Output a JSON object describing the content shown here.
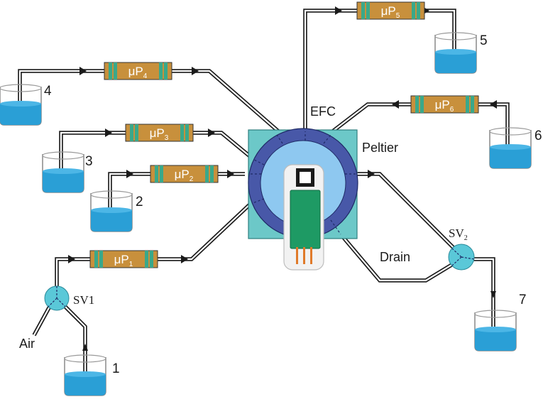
{
  "colors": {
    "liquid": "#2a9fd6",
    "pump_body": "#c8903c",
    "pump_band": "#3aa88a",
    "peltier": "#6cc8c8",
    "efc_ring": "#4858a8",
    "efc_inner": "#8ec8f0",
    "sensor": "#1e9a64",
    "valve": "#5ac8d8"
  },
  "reservoirs": [
    {
      "id": "1",
      "label": "1"
    },
    {
      "id": "2",
      "label": "2"
    },
    {
      "id": "3",
      "label": "3"
    },
    {
      "id": "4",
      "label": "4"
    },
    {
      "id": "5",
      "label": "5"
    },
    {
      "id": "6",
      "label": "6"
    },
    {
      "id": "7",
      "label": "7"
    }
  ],
  "pumps": [
    {
      "id": "P1",
      "prefix": "μP",
      "sub": "1"
    },
    {
      "id": "P2",
      "prefix": "μP",
      "sub": "2"
    },
    {
      "id": "P3",
      "prefix": "μP",
      "sub": "3"
    },
    {
      "id": "P4",
      "prefix": "μP",
      "sub": "4"
    },
    {
      "id": "P5",
      "prefix": "μP",
      "sub": "5"
    },
    {
      "id": "P6",
      "prefix": "μP",
      "sub": "6"
    }
  ],
  "valves": [
    {
      "id": "SV1",
      "prefix": "SV",
      "sub": "1"
    },
    {
      "id": "SV2",
      "prefix": "SV",
      "sub": "2"
    }
  ],
  "labels": {
    "efc": "EFC",
    "peltier": "Peltier",
    "drain": "Drain",
    "air": "Air"
  }
}
